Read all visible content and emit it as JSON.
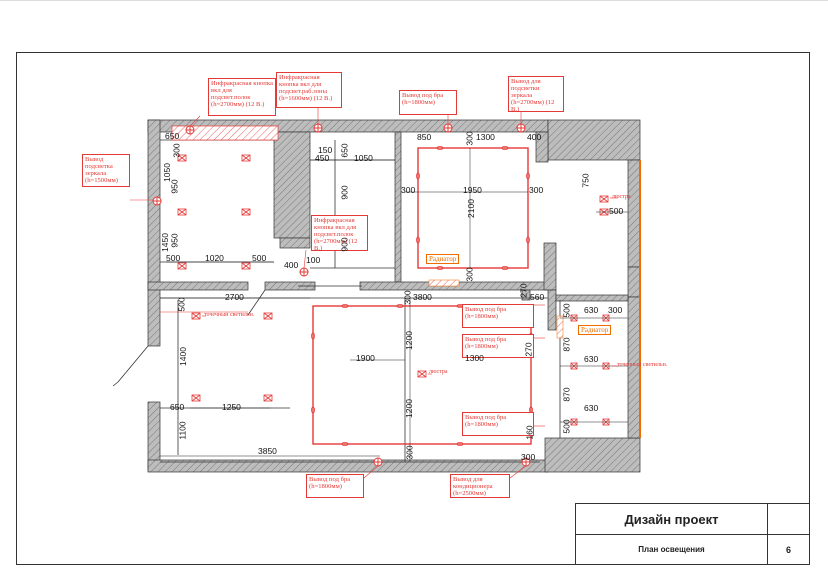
{
  "title_block": {
    "project_title": "Дизайн проект",
    "sheet_title": "План освещения",
    "sheet_number": "6"
  },
  "notes": {
    "ir_button_ceiling": "Инфракрасная кнопка вкл для подсвет.полок (h=2700мм) (12 В.)",
    "ir_button_work": "Инфракрасная кнопка вкл для подсвет.раб.зоны (h=1600мм) (12 В.)",
    "ir_button_shelf": "Инфракрасная кнопка вкл для подсвет.полок (h=2700мм) (12 В.)",
    "sconce_top": "Вывод под бра (h=1800мм)",
    "mirror_top": "Вывод для подсветки зеркала (h=2700мм) (12 В.)",
    "mirror_left": "Вывод подсветка зеркала (h=1500мм)",
    "sconce_right_1": "Вывод под бра (h=1800мм)",
    "sconce_right_2": "Вывод под бра (h=1800мм)",
    "sconce_right_3": "Вывод под бра (h=1800мм)",
    "sconce_bottom": "Вывод под бра (h=1800мм)",
    "ac_outlet": "Вывод для кондиционера (h=2500мм)"
  },
  "labels": {
    "radiator_1": "Радиатор",
    "radiator_2": "Радиатор",
    "chandelier_1": "люстра",
    "chandelier_2": "люстра",
    "spot_1": "точечный светильн.",
    "spot_2": "точечный светильн."
  },
  "dimensions": {
    "d_650_top": "650",
    "d_300_a": "300",
    "d_1050_l": "1050",
    "d_950_a": "950",
    "d_950_b": "950",
    "d_1450": "1450",
    "d_500_a": "500",
    "d_1020": "1020",
    "d_500_b": "500",
    "d_150": "150",
    "d_450": "450",
    "d_650_v": "650",
    "d_1050_m": "1050",
    "d_900_a": "900",
    "d_900_b": "900",
    "d_400": "400",
    "d_100": "100",
    "d_850": "850",
    "d_300_top": "300",
    "d_1300": "1300",
    "d_400_b": "400",
    "d_300_l": "300",
    "d_1950": "1950",
    "d_300_r": "300",
    "d_2100": "2100",
    "d_300_c": "300",
    "d_750": "750",
    "d_500_c": "500",
    "d_2700": "2700",
    "d_300_d": "300",
    "d_3800": "3800",
    "d_270_a": "270",
    "d_560": "560",
    "d_500_v": "500",
    "d_1400": "1400",
    "d_1900": "1900",
    "d_1200_a": "1200",
    "d_1300_b": "1300",
    "d_270_b": "270",
    "d_1200_b": "1200",
    "d_650_b": "650",
    "d_1250": "1250",
    "d_1100": "1100",
    "d_3850": "3850",
    "d_300_e": "300",
    "d_160": "160",
    "d_300_f": "300",
    "d_630_a": "630",
    "d_300_g": "300",
    "d_500_w": "500",
    "d_870_a": "870",
    "d_630_b": "630",
    "d_870_b": "870",
    "d_630_c": "630",
    "d_500_x": "500"
  },
  "colors": {
    "wall_fill": "#bdbdbd",
    "wall_hatch": "#777777",
    "light_red": "#e53935",
    "accent_orange": "#ef6c00",
    "line": "#222222"
  }
}
